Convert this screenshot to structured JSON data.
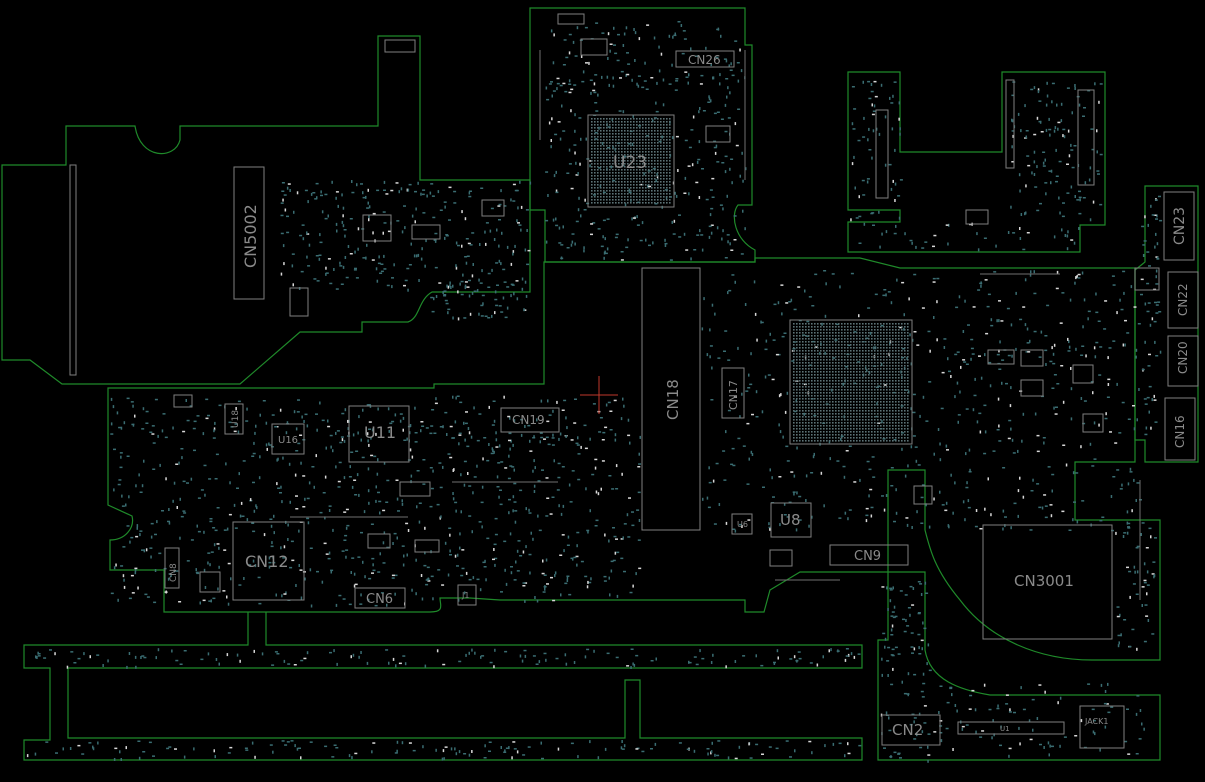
{
  "board": {
    "colors": {
      "background": "#000000",
      "outline": "#1f8a2a",
      "component": "#7f7f7f",
      "label": "#8a8a8a",
      "pad": "#3a6d72",
      "cursor": "#c0392b"
    },
    "labels": {
      "cn5002": "CN5002",
      "u23": "U23",
      "cn26": "CN26",
      "cn23": "CN23",
      "cn22": "CN22",
      "cn20": "CN20",
      "cn16": "CN16",
      "cn18": "CN18",
      "cn17": "CN17",
      "cn19": "CN19",
      "u11": "U11",
      "u16": "U16",
      "u18": "U18",
      "cn12": "CN12",
      "cn6": "CN6",
      "cn8": "CN8",
      "u8": "U8",
      "u6": "U6",
      "cn9": "CN9",
      "cn3001": "CN3001",
      "cn2": "CN2",
      "jack1": "JACK1",
      "j1": "J1",
      "u1": "U1"
    }
  }
}
